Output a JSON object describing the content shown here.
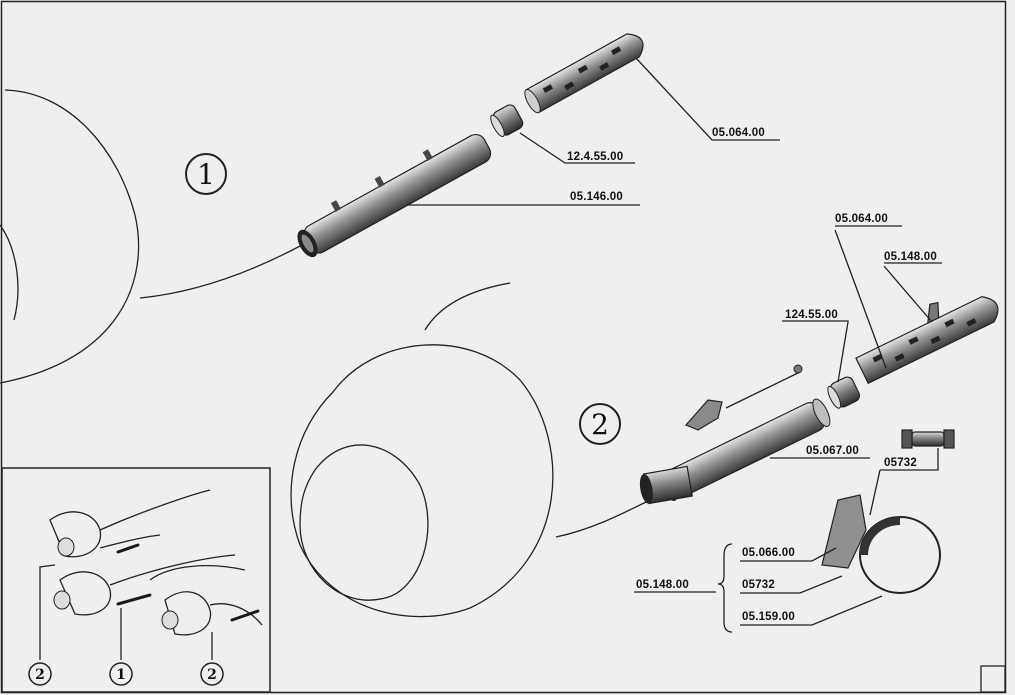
{
  "views": {
    "view1": "1",
    "view2": "2"
  },
  "view1_labels": {
    "tailpipe": "05.064.00",
    "clamp": "12.4.55.00",
    "exhaust_pipe": "05.146.00"
  },
  "view2_labels": {
    "tailpipe": "05.064.00",
    "heat_shield": "05.148.00",
    "clamp": "124.55.00",
    "exhaust_pipe": "05.067.00",
    "mount": "05732"
  },
  "bracket_group": {
    "assembly": "05.148.00",
    "items": [
      "05.066.00",
      "05732",
      "05.159.00"
    ]
  },
  "inset": {
    "markers": [
      "2",
      "1",
      "2"
    ]
  },
  "colors": {
    "paper": "#efefef",
    "ink": "#1a1a1a",
    "part_shade": "#9a9a9a"
  }
}
